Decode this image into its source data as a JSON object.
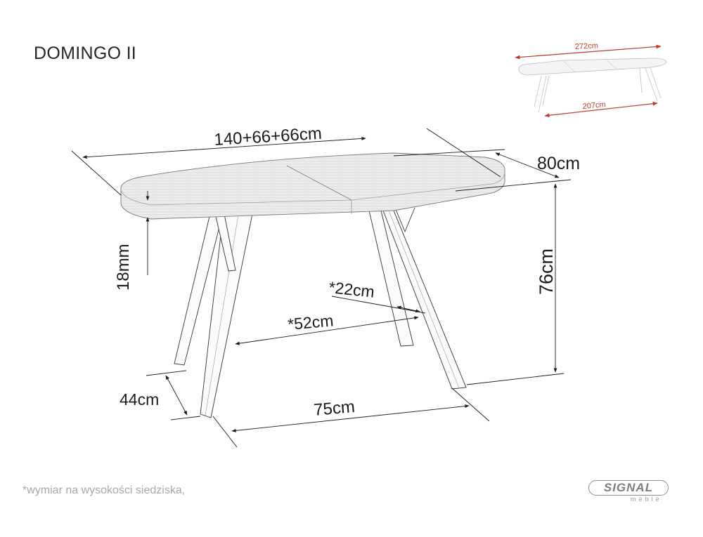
{
  "title": "DOMINGO II",
  "footnote": "*wymiar na wysokości siedziska,",
  "brand": {
    "name": "SIGNAL",
    "sub": "meble",
    "color": "#7d7d7d"
  },
  "colors": {
    "line": "#1c1c1c",
    "accent_red": "#c0392b",
    "top_fill": "#ececec",
    "leg_fill": "#fbfbfb"
  },
  "dimensions": {
    "length": "140+66+66cm",
    "width": "80cm",
    "height": "76cm",
    "top_thickness": "18mm",
    "inner_seat_depth": "*22cm",
    "inner_seat_width": "*52cm",
    "leg_depth": "44cm",
    "leg_span": "75cm"
  },
  "inset": {
    "extended_length": "272cm",
    "leg_span_extended": "207cm"
  }
}
